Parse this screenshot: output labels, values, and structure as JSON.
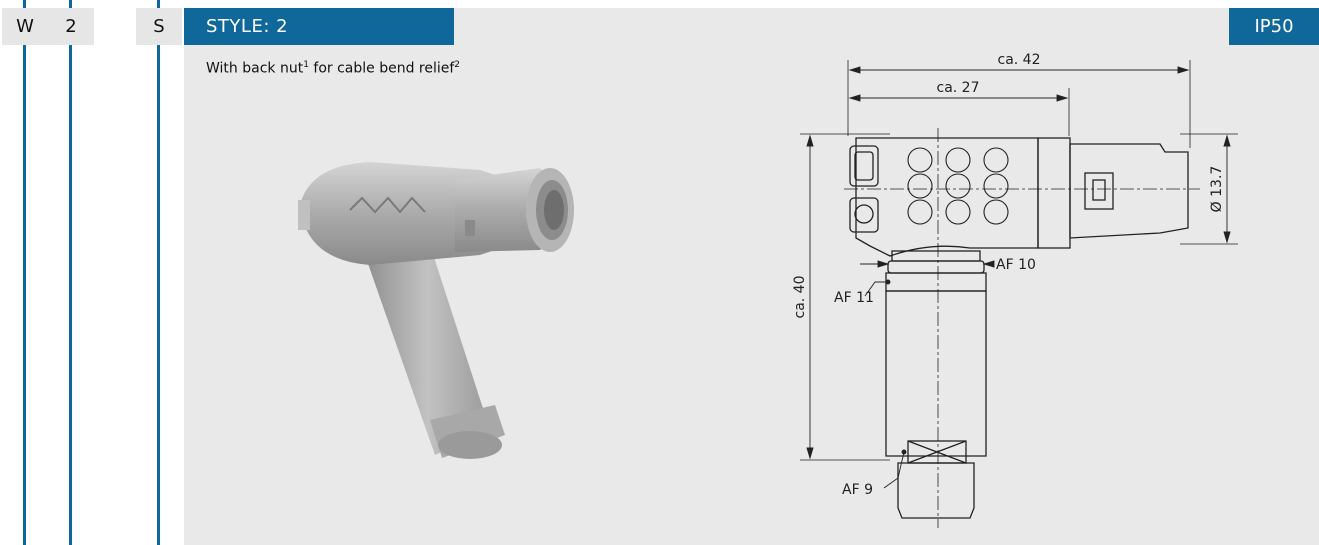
{
  "codes": [
    "W",
    "2",
    "S"
  ],
  "header": {
    "title": "STYLE: 2",
    "rating": "IP50"
  },
  "description": {
    "main": "With back nut",
    "sup1": "1",
    "middle": " for cable bend relief",
    "sup2": "2"
  },
  "dimensions": {
    "overall_length": "ca. 42",
    "body_length": "ca. 27",
    "diameter": "Ø 13.7",
    "height": "ca. 40",
    "af10": "AF 10",
    "af11": "AF 11",
    "af9": "AF 9"
  },
  "colors": {
    "accent": "#10679a",
    "panel": "#e9e9e9",
    "code_bg": "#e6e6e6"
  }
}
